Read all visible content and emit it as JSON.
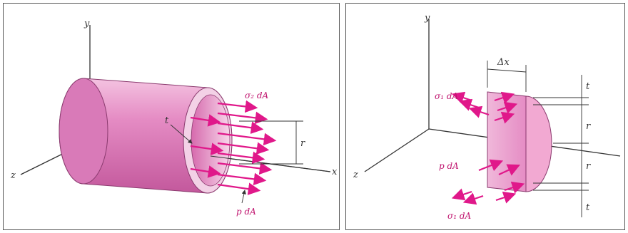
{
  "left_figure": {
    "axis_y": "y",
    "axis_x": "x",
    "axis_z": "z",
    "thickness_label": "t",
    "radius_label": "r",
    "stress_label": "σ₂ dA",
    "pressure_label": "p dA"
  },
  "right_figure": {
    "axis_y": "y",
    "axis_z": "z",
    "length_label": "Δx",
    "stress_top_label": "σ₁ dA",
    "stress_bottom_label": "σ₁ dA",
    "pressure_label": "p dA",
    "radius_top_label": "r",
    "radius_bottom_label": "r",
    "thickness_top_label": "t",
    "thickness_bottom_label": "t"
  },
  "colors": {
    "cylinder_fill": "#e58cc4",
    "cylinder_dark": "#c75aa0",
    "arrow": "#e0188a",
    "border": "#555555"
  }
}
